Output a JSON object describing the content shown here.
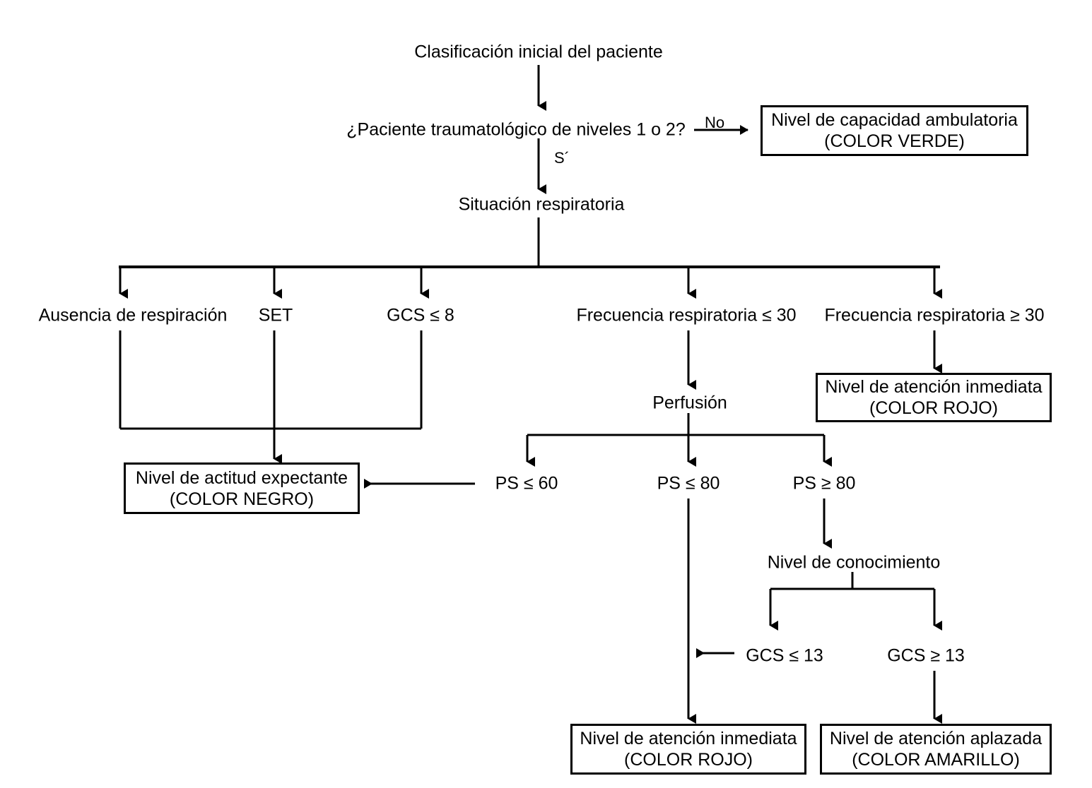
{
  "diagram": {
    "title": "Clasificación inicial del paciente",
    "language": "es",
    "type": "flowchart",
    "line_color": "#000000",
    "background_color": "#ffffff"
  },
  "nodes": {
    "root": {
      "label": "Clasificación inicial del paciente"
    },
    "decision_trauma": {
      "label": "¿Paciente traumatológico de niveles 1 o 2?"
    },
    "edge_no": {
      "label": "No"
    },
    "edge_si": {
      "label": "S´"
    },
    "respiratory": {
      "label": "Situación respiratoria"
    },
    "branch_apnea": {
      "label": "Ausencia de respiración"
    },
    "branch_set": {
      "label": "SET"
    },
    "branch_gcs8": {
      "label": "GCS ≤ 8"
    },
    "branch_fr_le30": {
      "label": "Frecuencia respiratoria ≤ 30"
    },
    "branch_fr_ge30": {
      "label": "Frecuencia respiratoria ≥ 30"
    },
    "perfusion": {
      "label": "Perfusión"
    },
    "ps_le60": {
      "label": "PS ≤ 60"
    },
    "ps_le80": {
      "label": "PS ≤ 80"
    },
    "ps_ge80": {
      "label": "PS ≥ 80"
    },
    "consciousness": {
      "label": "Nivel de conocimiento"
    },
    "gcs_le13": {
      "label": "GCS ≤ 13"
    },
    "gcs_ge13": {
      "label": "GCS ≥ 13"
    }
  },
  "outcome_boxes": {
    "green": {
      "line1": "Nivel de capacidad ambulatoria",
      "line2": "(COLOR VERDE)",
      "color_name": "VERDE",
      "color_hex": "#00a650"
    },
    "red_upper": {
      "line1": "Nivel de atención inmediata",
      "line2": "(COLOR ROJO)",
      "color_name": "ROJO",
      "color_hex": "#e31e24"
    },
    "black": {
      "line1": "Nivel de actitud expectante",
      "line2": "(COLOR NEGRO)",
      "color_name": "NEGRO",
      "color_hex": "#000000"
    },
    "red_lower": {
      "line1": "Nivel de atención inmediata",
      "line2": "(COLOR ROJO)",
      "color_name": "ROJO",
      "color_hex": "#e31e24"
    },
    "yellow": {
      "line1": "Nivel de atención aplazada",
      "line2": "(COLOR AMARILLO)",
      "color_name": "AMARILLO",
      "color_hex": "#ffd200"
    }
  }
}
